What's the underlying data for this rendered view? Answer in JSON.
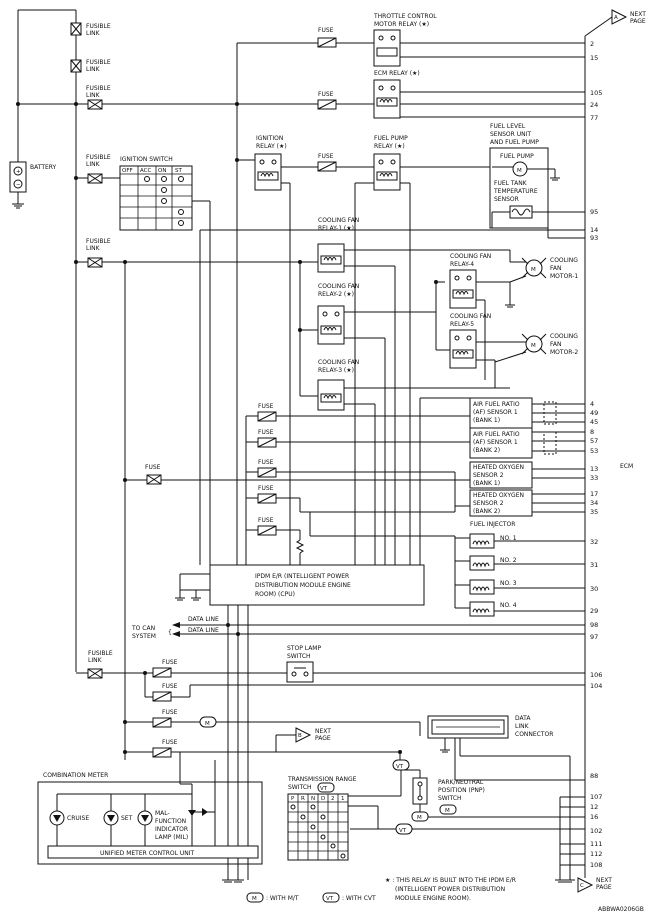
{
  "labels": {
    "fusible_link": "FUSIBLE",
    "fusible_link_2": "LINK",
    "battery": "BATTERY",
    "ignition_switch": "IGNITION SWITCH",
    "ign_off": "OFF",
    "ign_acc": "ACC",
    "ign_on": "ON",
    "ign_st": "ST",
    "fuse": "FUSE",
    "throttle_relay_1": "THROTTLE CONTROL",
    "throttle_relay_2": "MOTOR RELAY (★)",
    "ecm_relay": "ECM RELAY (★)",
    "ignition_relay_1": "IGNITION",
    "ignition_relay_2": "RELAY (★)",
    "fuel_pump_relay_1": "FUEL PUMP",
    "fuel_pump_relay_2": "RELAY (★)",
    "fuel_level_1": "FUEL LEVEL",
    "fuel_level_2": "SENSOR UNIT",
    "fuel_level_3": "AND FUEL PUMP",
    "fuel_pump": "FUEL PUMP",
    "fuel_tank_1": "FUEL TANK",
    "fuel_tank_2": "TEMPERATURE",
    "fuel_tank_3": "SENSOR",
    "cf_relay1_1": "COOLING FAN",
    "cf_relay1_2": "RELAY-1 (★)",
    "cf_relay2_1": "COOLING FAN",
    "cf_relay2_2": "RELAY-2 (★)",
    "cf_relay3_1": "COOLING FAN",
    "cf_relay3_2": "RELAY-3 (★)",
    "cf_relay4_1": "COOLING FAN",
    "cf_relay4_2": "RELAY-4",
    "cf_relay5_1": "COOLING FAN",
    "cf_relay5_2": "RELAY-5",
    "cf_motor1_1": "COOLING",
    "cf_motor1_2": "FAN",
    "cf_motor1_3": "MOTOR-1",
    "cf_motor2_1": "COOLING",
    "cf_motor2_2": "FAN",
    "cf_motor2_3": "MOTOR-2",
    "af1_1": "AIR FUEL RATIO",
    "af1_2": "(AF) SENSOR 1",
    "af1_3": "(BANK 1)",
    "af2_1": "AIR FUEL RATIO",
    "af2_2": "(AF) SENSOR 1",
    "af2_3": "(BANK 2)",
    "ho1_1": "HEATED OXYGEN",
    "ho1_2": "SENSOR 2",
    "ho1_3": "(BANK 1)",
    "ho2_1": "HEATED OXYGEN",
    "ho2_2": "SENSOR 2",
    "ho2_3": "(BANK 2)",
    "fuel_injector": "FUEL INJECTOR",
    "inj1": "NO. 1",
    "inj2": "NO. 2",
    "inj3": "NO. 3",
    "inj4": "NO. 4",
    "ecm": "ECM",
    "ipdm_1": "IPDM E/R (INTELLIGENT POWER",
    "ipdm_2": "DISTRIBUTION MODULE ENGINE",
    "ipdm_3": "ROOM) (CPU)",
    "to_can_1": "TO CAN",
    "to_can_2": "SYSTEM",
    "data_line": "DATA LINE",
    "stop_lamp_1": "STOP LAMP",
    "stop_lamp_2": "SWITCH",
    "data_link_1": "DATA",
    "data_link_2": "LINK",
    "data_link_3": "CONNECTOR",
    "next_page": "NEXT",
    "next_page_2": "PAGE",
    "page_a": "A",
    "page_b": "B",
    "page_c": "C",
    "combination_meter": "COMBINATION METER",
    "cruise": "CRUISE",
    "set": "SET",
    "mil_1": "MAL-",
    "mil_2": "FUNCTION",
    "mil_3": "INDICATOR",
    "mil_4": "LAMP (MIL)",
    "unified_meter": "UNIFIED METER CONTROL UNIT",
    "trans_range_1": "TRANSMISSION RANGE",
    "trans_range_2": "SWITCH",
    "trs_p": "P",
    "trs_r": "R",
    "trs_n": "N",
    "trs_d": "D",
    "trs_2": "2",
    "trs_1": "1",
    "pnp_1": "PARK/NEUTRAL",
    "pnp_2": "POSITION (PNP)",
    "pnp_3": "SWITCH",
    "m": "M",
    "vt": "VT",
    "legend_m": ": WITH M/T",
    "legend_vt": ": WITH CVT",
    "note_1": "★ : THIS RELAY IS BUILT INTO THE IPDM E/R",
    "note_2": "(INTELLIGENT POWER DISTRIBUTION",
    "note_3": "MODULE ENGINE ROOM).",
    "code": "ABBWA0206GB"
  },
  "pins": [
    "2",
    "15",
    "105",
    "24",
    "77",
    "95",
    "14",
    "93",
    "4",
    "49",
    "45",
    "8",
    "57",
    "53",
    "13",
    "33",
    "17",
    "34",
    "35",
    "32",
    "31",
    "30",
    "29",
    "98",
    "97",
    "106",
    "104",
    "88",
    "107",
    "12",
    "16",
    "102",
    "111",
    "112",
    "108"
  ],
  "colors": {
    "line": "#111111",
    "background": "#ffffff"
  }
}
